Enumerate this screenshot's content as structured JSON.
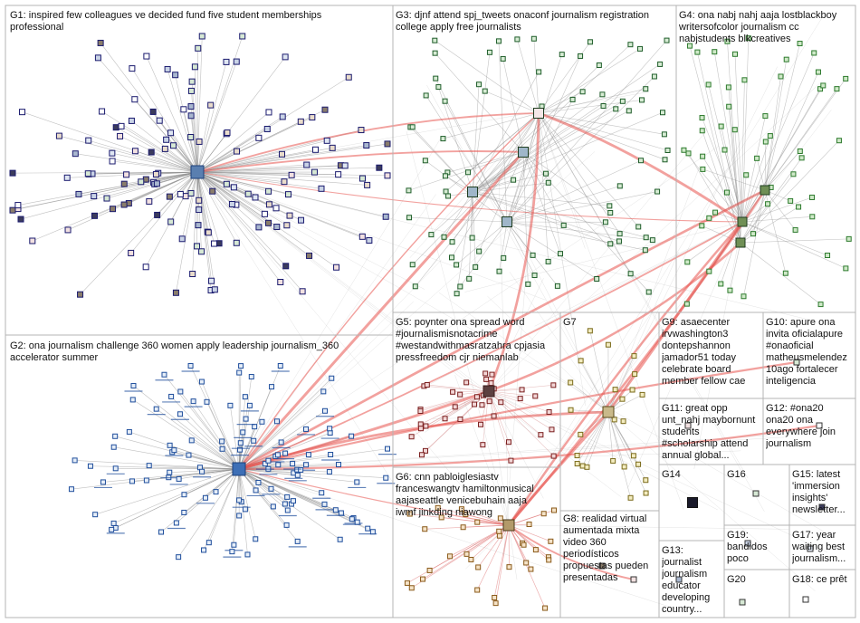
{
  "groups": [
    {
      "id": "G1",
      "label": "G1: inspired few colleagues ve decided fund five student memberships\nprofessional"
    },
    {
      "id": "G2",
      "label": "G2: ona journalism challenge 360 women apply leadership journalism_360\naccelerator summer"
    },
    {
      "id": "G3",
      "label": "G3: djnf attend spj_tweets onaconf journalism registration\ncollege apply free journalists"
    },
    {
      "id": "G4",
      "label": "G4: ona nabj nahj aaja lostblackboy\nwritersofcolor journalism cc\nnabjstudents blkcreatives"
    },
    {
      "id": "G5",
      "label": "G5: poynter ona spread word\n#journalismisnotacrime\n#westandwithmasratzahra cpjasia\npressfreedom cjr niemanlab"
    },
    {
      "id": "G6",
      "label": "G6: cnn pabloiglesiastv\nfranceswangtv hamiltonmusical\naajaseattle venicebuhain aaja\niwmf jinkding niawong"
    },
    {
      "id": "G7",
      "label": "G7"
    },
    {
      "id": "G8",
      "label": "G8: realidad virtual\naumentada mixta\nvideo 360\nperiodísticos\npropuestas pueden\npresentadas"
    },
    {
      "id": "G9",
      "label": "G9: asaecenter\nirvwashington3\ndontepshannon\njamador51 today\ncelebrate board\nmember fellow cae"
    },
    {
      "id": "G10",
      "label": "G10: apure ona\ninvita oficialapure\n#onaoficial\nmatheusmelendez\n10ago fortalecer\ninteligencia"
    },
    {
      "id": "G11",
      "label": "G11: great opp\nunt_nahj maybornunt\nstudents\n#scholarship attend\nannual global..."
    },
    {
      "id": "G12",
      "label": "G12: #ona20\nona20 ona\neverywhere join\njournalism"
    },
    {
      "id": "G13",
      "label": "G13:\njournalist\njournalism\neducator\ndeveloping\ncountry..."
    },
    {
      "id": "G14",
      "label": "G14"
    },
    {
      "id": "G15",
      "label": "G15: latest\n'immersion\ninsights'\nnewsletter..."
    },
    {
      "id": "G16",
      "label": "G16"
    },
    {
      "id": "G17",
      "label": "G17: year\nwaiting best\njournalism..."
    },
    {
      "id": "G18",
      "label": "G18: ce prêt"
    },
    {
      "id": "G19",
      "label": "G19:\nbandidos\npoco"
    },
    {
      "id": "G20",
      "label": "G20"
    }
  ],
  "colors": {
    "panel_border": "#b4b4b4",
    "edge_gray": "#8c8c8c",
    "edge_red": "#e8534f",
    "node_border": "#1a1a6e",
    "node_label": "#1f4e9c",
    "hub_border": "#1c3f7a"
  }
}
